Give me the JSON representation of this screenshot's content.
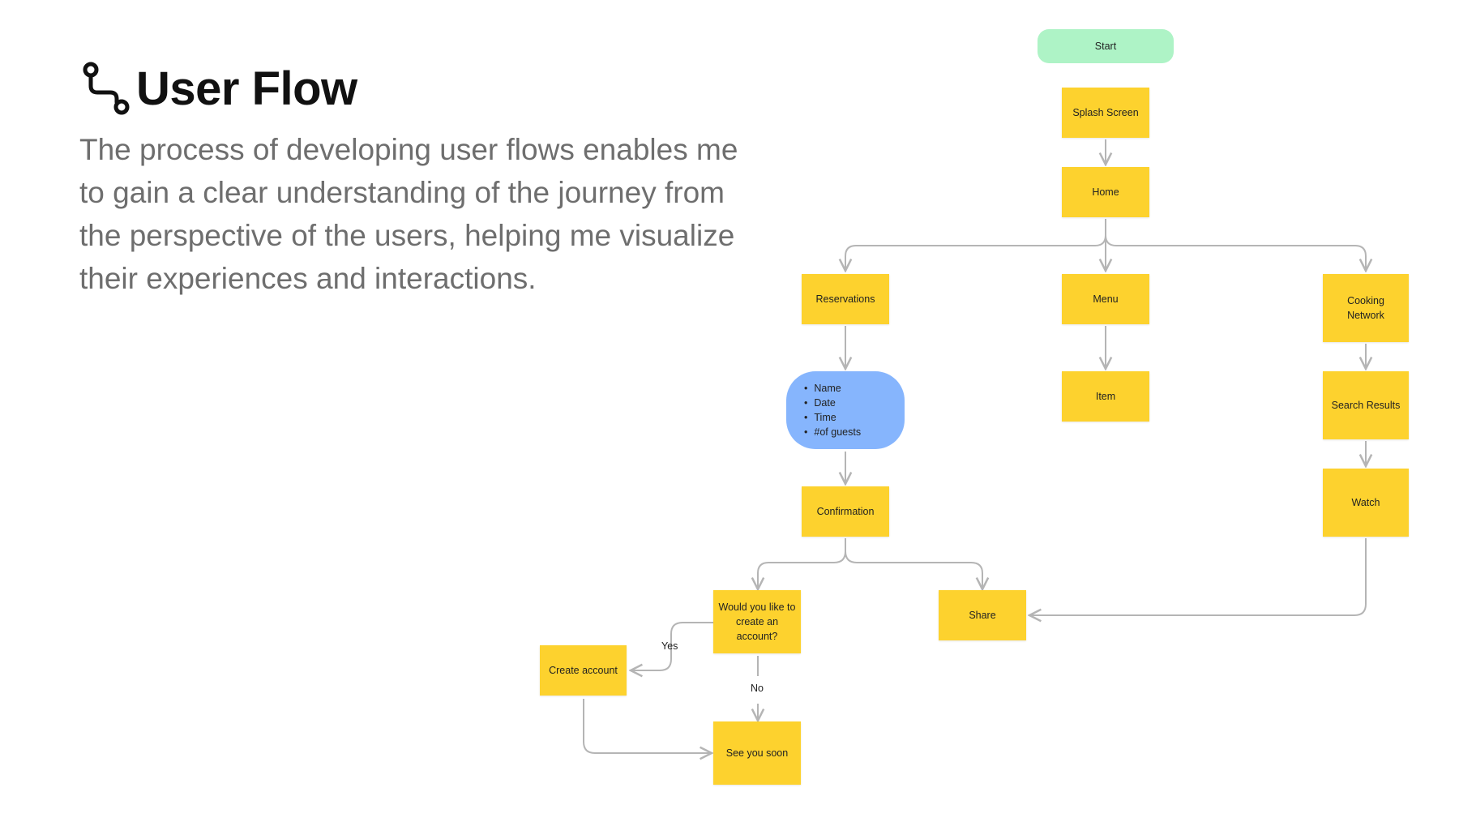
{
  "header": {
    "icon": "flow-route-icon",
    "title": "User Flow",
    "description": "The process of developing user flows enables me to gain a clear understanding of the journey from the perspective of the users, helping me visualize their experiences and interactions."
  },
  "colors": {
    "step": "#fdd22e",
    "start": "#aef3c6",
    "form": "#86b5fd",
    "connector": "#b5b5b5"
  },
  "nodes": {
    "start": "Start",
    "splash": "Splash Screen",
    "home": "Home",
    "reservations": "Reservations",
    "menu": "Menu",
    "cooking": "Cooking Network",
    "form_items": [
      "Name",
      "Date",
      "Time",
      "#of guests"
    ],
    "item": "Item",
    "search_results": "Search Results",
    "watch": "Watch",
    "confirmation": "Confirmation",
    "create_prompt": "Would you like to create an account?",
    "share": "Share",
    "create_account": "Create account",
    "see_you": "See you soon"
  },
  "edge_labels": {
    "yes": "Yes",
    "no": "No"
  }
}
